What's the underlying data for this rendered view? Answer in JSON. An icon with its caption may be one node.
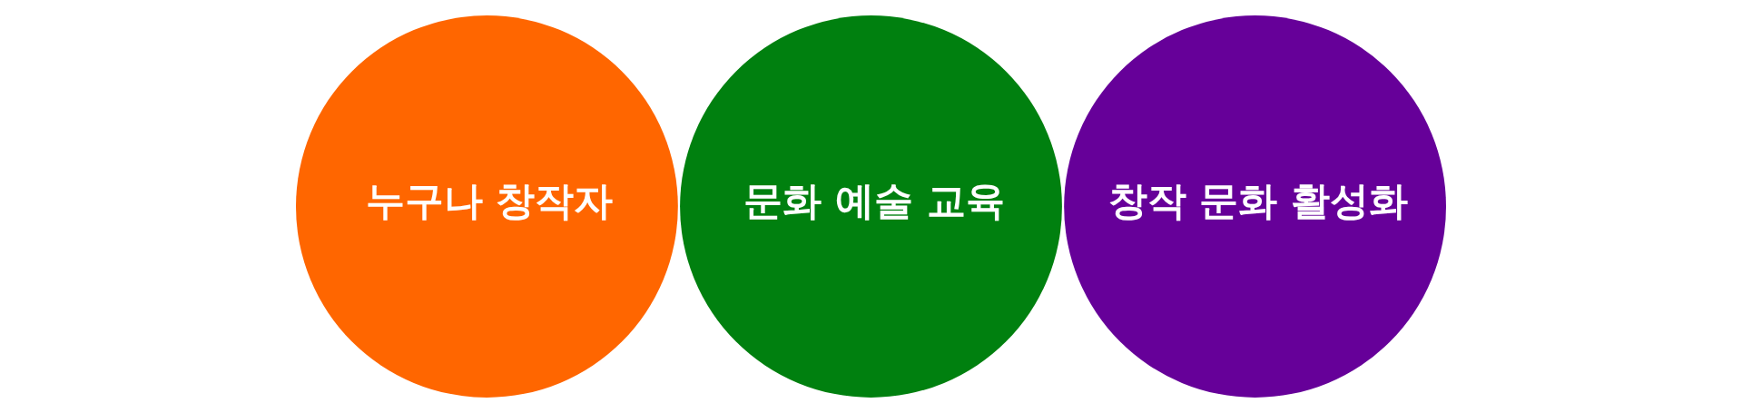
{
  "diagram": {
    "nodes": [
      {
        "text": [
          "누구나 창작자"
        ]
      },
      {
        "text": [
          "문화 예술 교육"
        ]
      },
      {
        "text": [
          "창작 문화 활성화"
        ]
      }
    ]
  }
}
